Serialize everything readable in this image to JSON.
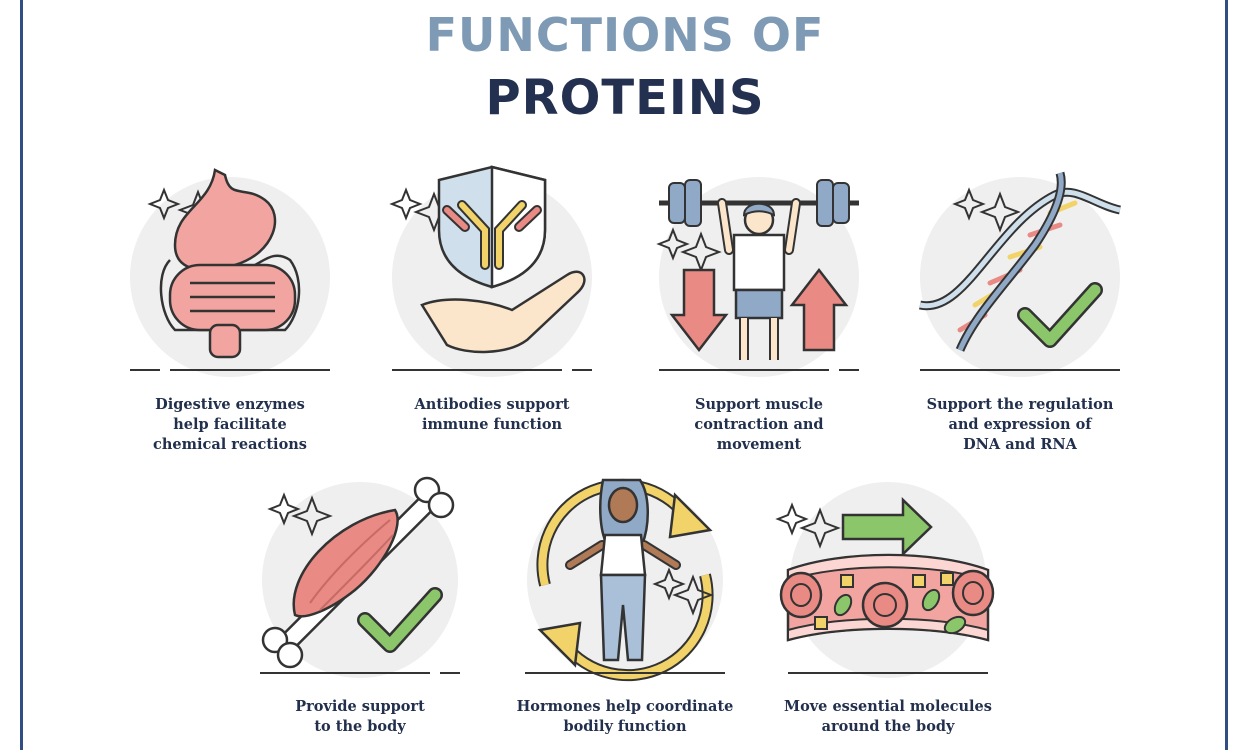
{
  "title": {
    "line1": "FUNCTIONS OF",
    "line2": "PROTEINS"
  },
  "functions": [
    {
      "id": "digestive",
      "icon": "digestive-system-icon",
      "lines": [
        "Digestive enzymes",
        "help facilitate",
        "chemical reactions"
      ]
    },
    {
      "id": "antibodies",
      "icon": "antibody-shield-icon",
      "lines": [
        "Antibodies support",
        "immune function"
      ]
    },
    {
      "id": "muscle",
      "icon": "weightlifter-icon",
      "lines": [
        "Support muscle",
        "contraction and",
        "movement"
      ]
    },
    {
      "id": "dna",
      "icon": "dna-helix-icon",
      "lines": [
        "Support the regulation",
        "and expression of",
        "DNA and RNA"
      ]
    },
    {
      "id": "support",
      "icon": "muscle-bone-icon",
      "lines": [
        "Provide support",
        "to the body"
      ]
    },
    {
      "id": "hormones",
      "icon": "hormone-cycle-icon",
      "lines": [
        "Hormones help coordinate",
        "bodily function"
      ]
    },
    {
      "id": "transport",
      "icon": "blood-vessel-icon",
      "lines": [
        "Move essential molecules",
        "around the body"
      ]
    }
  ],
  "colors": {
    "frame": "#2f4f83",
    "title_light": "#7e9ab4",
    "title_dark": "#23304f",
    "organ_pink": "#f2a5a0",
    "shield_blue": "#cfe0ec",
    "antibody_yellow": "#f2d36a",
    "check_green": "#8cc66a",
    "arrow_red": "#e98a84",
    "dumbbell_blue": "#8fa9c7",
    "backdrop_gray": "#efefef"
  }
}
